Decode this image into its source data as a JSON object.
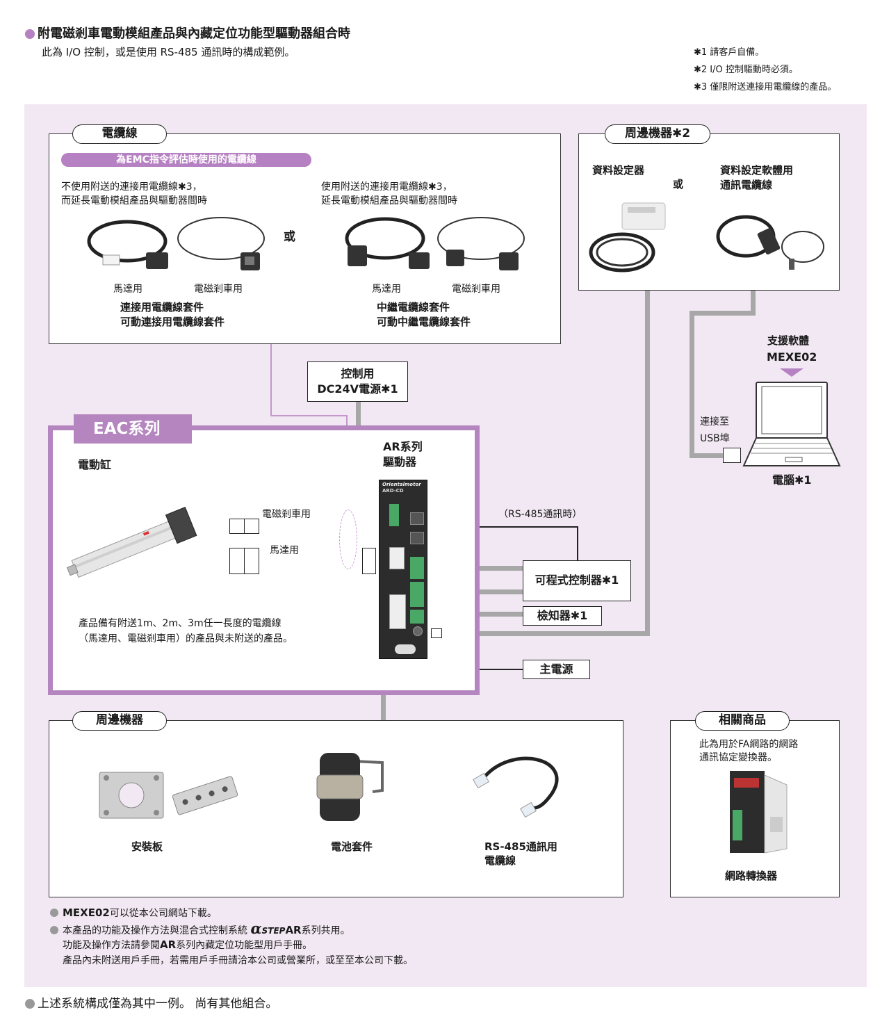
{
  "header": {
    "title": "附電磁剎車電動模組產品與內藏定位功能型驅動器組合時",
    "subtitle": "此為 I/O 控制，或是使用 RS-485 通訊時的構成範例。",
    "notes": [
      "✱1 請客戶自備。",
      "✱2 I/O 控制驅動時必須。",
      "✱3 僅限附送連接用電纜線的產品。"
    ]
  },
  "cables": {
    "title": "電纜線",
    "emc_banner": "為EMC指令評估時使用的電纜線",
    "left_desc_1": "不使用附送的連接用電纜線✱3，",
    "left_desc_2": "而延長電動模組產品與驅動器間時",
    "right_desc_1": "使用附送的連接用電纜線✱3，",
    "right_desc_2": "延長電動模組產品與驅動器間時",
    "or": "或",
    "left_motor": "馬達用",
    "left_brake": "電磁剎車用",
    "right_motor": "馬達用",
    "right_brake": "電磁剎車用",
    "left_kit_1": "連接用電纜線套件",
    "left_kit_2": "可動連接用電纜線套件",
    "right_kit_1": "中繼電纜線套件",
    "right_kit_2": "可動中繼電纜線套件"
  },
  "peripheral_top": {
    "title": "周邊機器✱2",
    "data_setter": "資料設定器",
    "or": "或",
    "software_cable_1": "資料設定軟體用",
    "software_cable_2": "通訊電纜線"
  },
  "power_control": {
    "line1": "控制用",
    "line2": "DC24V電源✱1"
  },
  "support_software": {
    "line1": "支援軟體",
    "line2": "MEXE02"
  },
  "pc": {
    "connect_1": "連接至",
    "connect_2": "USB埠",
    "label": "電腦✱1"
  },
  "eac": {
    "series": "EAC系列",
    "actuator": "電動缸",
    "brake_label": "電磁剎車用",
    "motor_label": "馬達用",
    "note_1": "產品備有附送1m、2m、3m任一長度的電纜線",
    "note_2": "（馬達用、電磁剎車用）的產品與未附送的產品。"
  },
  "driver": {
    "line1": "AR系列",
    "line2": "驅動器",
    "brand": "Orientalmotor",
    "model": "ARD-CD"
  },
  "rs485_label": "（RS-485通訊時）",
  "plc": "可程式控制器✱1",
  "sensor": "檢知器✱1",
  "main_power": "主電源",
  "peripheral_bottom": {
    "title": "周邊機器",
    "mount": "安裝板",
    "battery": "電池套件",
    "rs485_cable_1": "RS-485通訊用",
    "rs485_cable_2": "電纜線"
  },
  "related": {
    "title": "相關商品",
    "desc_1": "此為用於FA網路的網路",
    "desc_2": "通訊協定變換器。",
    "label": "網路轉換器"
  },
  "footnotes": {
    "n1_strong": "MEXE02",
    "n1_rest": "可以從本公司網站下載。",
    "n2_pre": "本產品的功能及操作方法與混合式控制系統 ",
    "n2_alpha": "α",
    "n2_step": "STEP",
    "n2_ar": "AR",
    "n2_post": "系列共用。",
    "n3_pre": "功能及操作方法請參閱",
    "n3_ar": "AR",
    "n3_post": "系列內藏定位功能型用戶手冊。",
    "n4": "產品內未附送用戶手冊，若需用戶手冊請洽本公司或營業所，或至至本公司下載。"
  },
  "bottom_note": "上述系統構成僅為其中一例。 尚有其他組合。",
  "colors": {
    "accent": "#b681c2",
    "background": "#f2e8f3",
    "frame": "#b485be",
    "line": "#a7a7a7"
  }
}
